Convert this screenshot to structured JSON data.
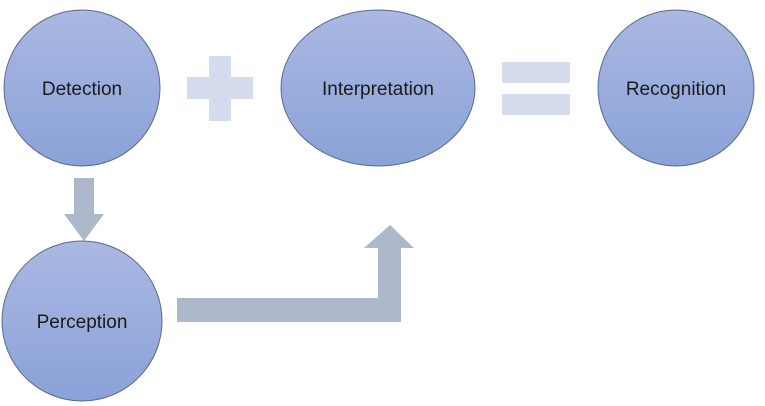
{
  "diagram": {
    "nodes": {
      "detection": "Detection",
      "interpretation": "Interpretation",
      "recognition": "Recognition",
      "perception": "Perception"
    },
    "operators": {
      "plus": "+",
      "equals": "="
    }
  },
  "colors": {
    "node_fill_top": "#a9b7e0",
    "node_fill_bottom": "#8ba3d9",
    "node_stroke": "#5a6a8e",
    "operator_fill": "#d5dcee",
    "arrow_fill": "#adb9cb"
  }
}
